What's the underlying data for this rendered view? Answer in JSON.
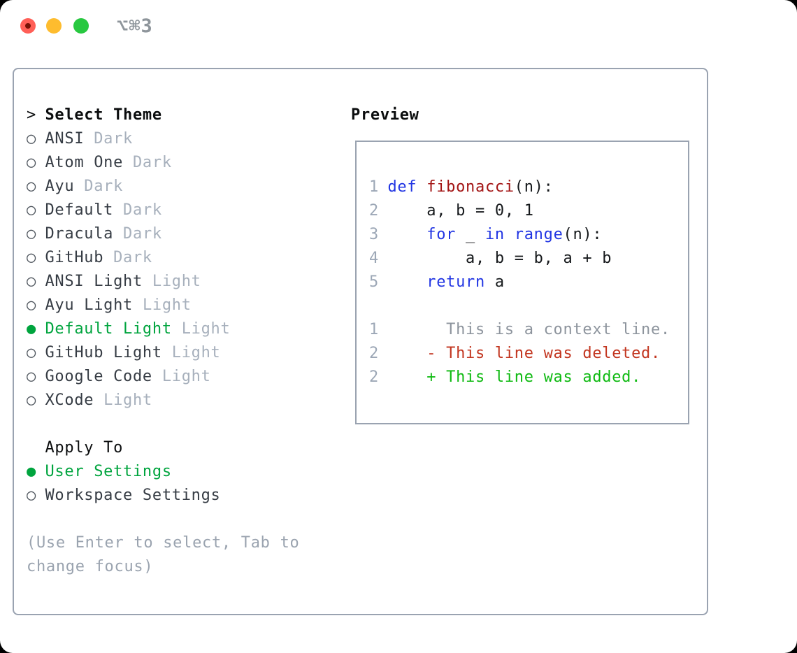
{
  "titlebar": {
    "shortcut": "⌥⌘3",
    "buttons": [
      "close",
      "minimize",
      "zoom"
    ]
  },
  "glyphs": {
    "header_marker": ">",
    "unselected_marker": "○",
    "selected_marker": "●"
  },
  "colors": {
    "selected_green": "#00a43e",
    "added_green": "#0fba12",
    "deleted_red": "#c2351f",
    "keyword_blue": "#2135e3",
    "function_red": "#a31515",
    "muted_gray": "#a7b0bc",
    "panel_border": "#9aa3b1",
    "traffic_close": "#ff5f57",
    "traffic_minimize": "#febc2e",
    "traffic_zoom": "#28c840"
  },
  "panel": {
    "theme_selector": {
      "header": "Select Theme",
      "items": [
        {
          "name": "ANSI",
          "tag": "Dark",
          "selected": false
        },
        {
          "name": "Atom One",
          "tag": "Dark",
          "selected": false
        },
        {
          "name": "Ayu",
          "tag": "Dark",
          "selected": false
        },
        {
          "name": "Default",
          "tag": "Dark",
          "selected": false
        },
        {
          "name": "Dracula",
          "tag": "Dark",
          "selected": false
        },
        {
          "name": "GitHub",
          "tag": "Dark",
          "selected": false
        },
        {
          "name": "ANSI Light",
          "tag": "Light",
          "selected": false
        },
        {
          "name": "Ayu Light",
          "tag": "Light",
          "selected": false
        },
        {
          "name": "Default Light",
          "tag": "Light",
          "selected": true
        },
        {
          "name": "GitHub Light",
          "tag": "Light",
          "selected": false
        },
        {
          "name": "Google Code",
          "tag": "Light",
          "selected": false
        },
        {
          "name": "XCode",
          "tag": "Light",
          "selected": false
        }
      ],
      "apply_to": {
        "header": "Apply To",
        "options": [
          {
            "label": "User Settings",
            "selected": true
          },
          {
            "label": "Workspace Settings",
            "selected": false
          }
        ]
      },
      "hint_lines": [
        "(Use Enter to select, Tab to",
        "change focus)"
      ]
    },
    "preview": {
      "header": "Preview",
      "lines": [
        {
          "num": "1",
          "tokens": [
            {
              "s": "kw",
              "t": "def"
            },
            {
              "s": "plain",
              "t": " "
            },
            {
              "s": "fn",
              "t": "fibonacci"
            },
            {
              "s": "plain",
              "t": "(n):"
            }
          ]
        },
        {
          "num": "2",
          "tokens": [
            {
              "s": "plain",
              "t": "    a, b = 0, 1"
            }
          ]
        },
        {
          "num": "3",
          "tokens": [
            {
              "s": "plain",
              "t": "    "
            },
            {
              "s": "kw",
              "t": "for"
            },
            {
              "s": "plain",
              "t": " _ "
            },
            {
              "s": "kw",
              "t": "in"
            },
            {
              "s": "plain",
              "t": " "
            },
            {
              "s": "kw",
              "t": "range"
            },
            {
              "s": "plain",
              "t": "(n):"
            }
          ]
        },
        {
          "num": "4",
          "tokens": [
            {
              "s": "plain",
              "t": "        a, b = b, a + b"
            }
          ]
        },
        {
          "num": "5",
          "tokens": [
            {
              "s": "plain",
              "t": "    "
            },
            {
              "s": "kw",
              "t": "return"
            },
            {
              "s": "plain",
              "t": " a"
            }
          ]
        },
        {
          "num": "",
          "tokens": []
        },
        {
          "num": "1",
          "tokens": [
            {
              "s": "ctx",
              "t": "      This is a context line."
            }
          ]
        },
        {
          "num": "2",
          "tokens": [
            {
              "s": "del",
              "t": "    - This line was deleted."
            }
          ]
        },
        {
          "num": "2",
          "tokens": [
            {
              "s": "add",
              "t": "    + This line was added."
            }
          ]
        }
      ]
    }
  }
}
